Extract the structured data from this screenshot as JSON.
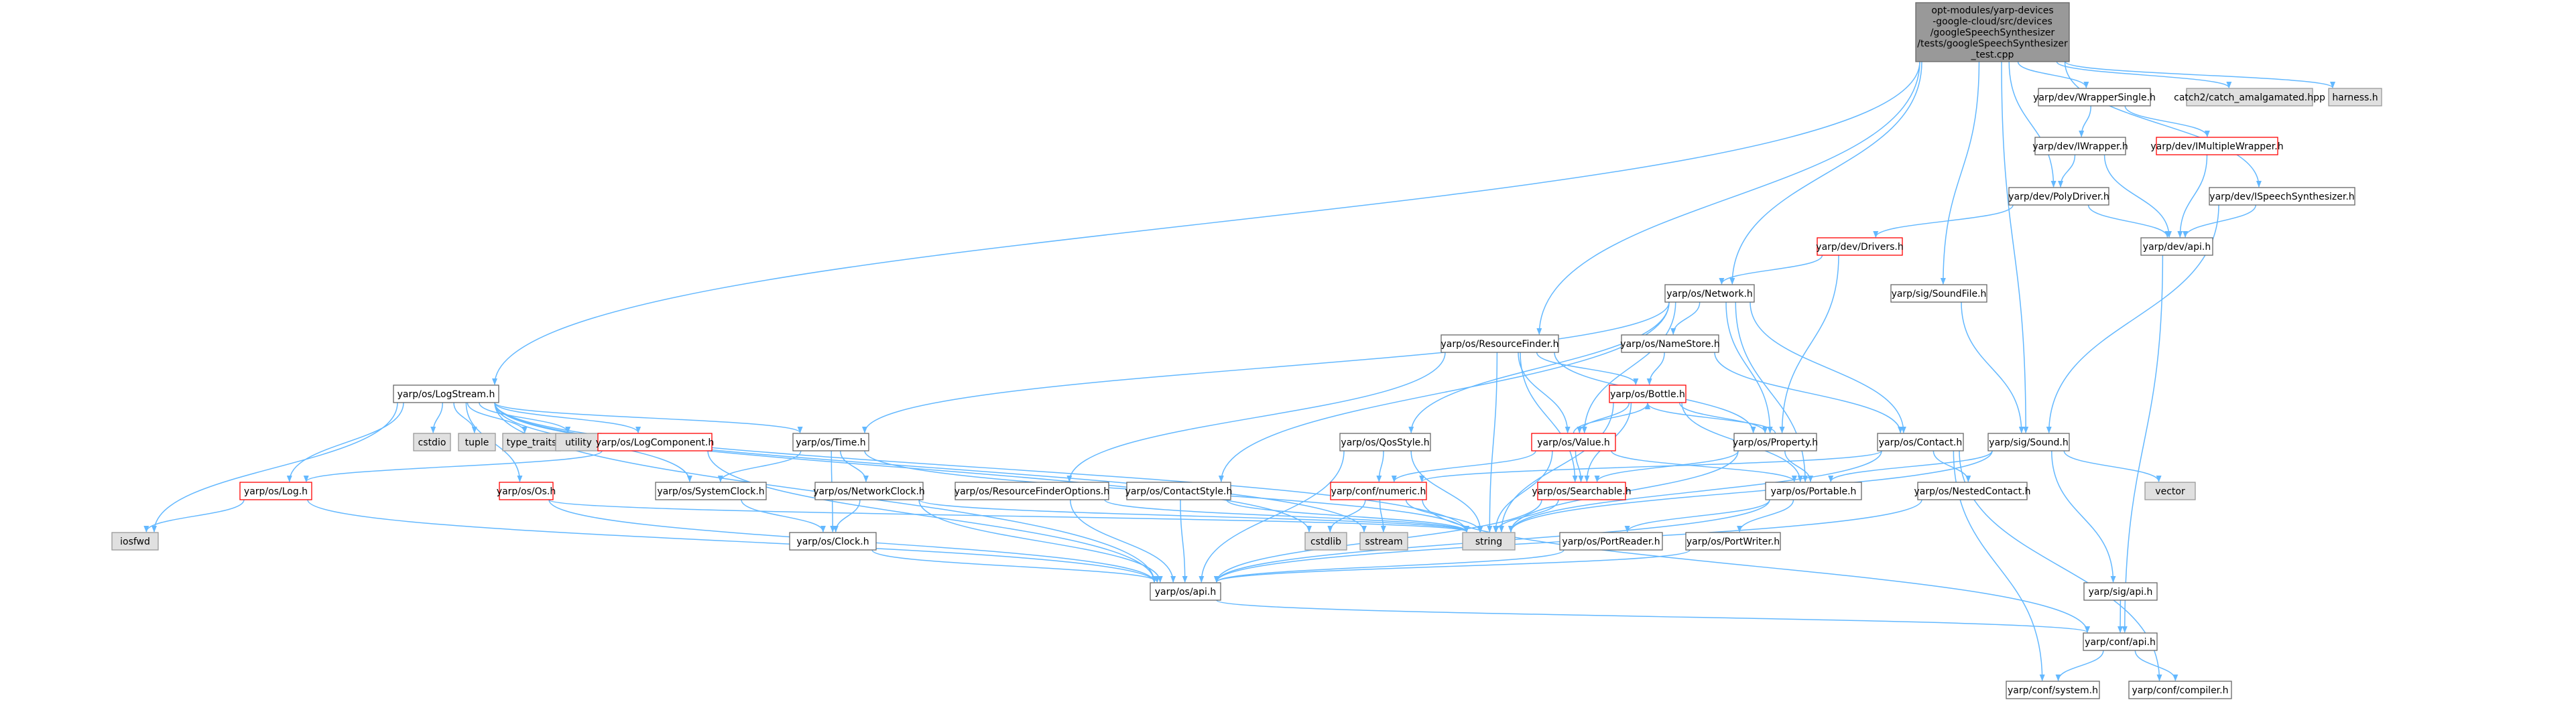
{
  "colors": {
    "edge": "#63b8ff",
    "root_fill": "#999999",
    "root_border": "#666666",
    "normal_border": "#666666",
    "normal_fill": "#ffffff",
    "missing_fill": "#e0e0e0",
    "missing_border": "#999999",
    "red_border": "#ff0000"
  },
  "nodes": [
    {
      "id": "root",
      "kind": "root",
      "lines": [
        "opt-modules/yarp-devices",
        "-google-cloud/src/devices",
        "/googleSpeechSynthesizer",
        "/tests/googleSpeechSynthesizer",
        "_test.cpp"
      ]
    },
    {
      "id": "wrappersingle",
      "kind": "normal",
      "lines": [
        "yarp/dev/WrapperSingle.h"
      ]
    },
    {
      "id": "catch2",
      "kind": "missing",
      "lines": [
        "catch2/catch_amalgamated.hpp"
      ]
    },
    {
      "id": "harness",
      "kind": "missing",
      "lines": [
        "harness.h"
      ]
    },
    {
      "id": "iwrapper",
      "kind": "normal",
      "lines": [
        "yarp/dev/IWrapper.h"
      ]
    },
    {
      "id": "imultiple",
      "kind": "red",
      "lines": [
        "yarp/dev/IMultipleWrapper.h"
      ]
    },
    {
      "id": "polydriver",
      "kind": "normal",
      "lines": [
        "yarp/dev/PolyDriver.h"
      ]
    },
    {
      "id": "ispeech",
      "kind": "normal",
      "lines": [
        "yarp/dev/ISpeechSynthesizer.h"
      ]
    },
    {
      "id": "drivers",
      "kind": "red",
      "lines": [
        "yarp/dev/Drivers.h"
      ]
    },
    {
      "id": "devapi",
      "kind": "normal",
      "lines": [
        "yarp/dev/api.h"
      ]
    },
    {
      "id": "network",
      "kind": "normal",
      "lines": [
        "yarp/os/Network.h"
      ]
    },
    {
      "id": "soundfile",
      "kind": "normal",
      "lines": [
        "yarp/sig/SoundFile.h"
      ]
    },
    {
      "id": "resourcefinder",
      "kind": "normal",
      "lines": [
        "yarp/os/ResourceFinder.h"
      ]
    },
    {
      "id": "namestore",
      "kind": "normal",
      "lines": [
        "yarp/os/NameStore.h"
      ]
    },
    {
      "id": "bottle",
      "kind": "red",
      "lines": [
        "yarp/os/Bottle.h"
      ]
    },
    {
      "id": "logstream",
      "kind": "normal",
      "lines": [
        "yarp/os/LogStream.h"
      ]
    },
    {
      "id": "cstdio",
      "kind": "missing",
      "lines": [
        "cstdio"
      ]
    },
    {
      "id": "tuple",
      "kind": "missing",
      "lines": [
        "tuple"
      ]
    },
    {
      "id": "typetraits",
      "kind": "missing",
      "lines": [
        "type_traits"
      ]
    },
    {
      "id": "utility",
      "kind": "missing",
      "lines": [
        "utility"
      ]
    },
    {
      "id": "logcomponent",
      "kind": "red",
      "lines": [
        "yarp/os/LogComponent.h"
      ]
    },
    {
      "id": "time",
      "kind": "normal",
      "lines": [
        "yarp/os/Time.h"
      ]
    },
    {
      "id": "qosstyle",
      "kind": "normal",
      "lines": [
        "yarp/os/QosStyle.h"
      ]
    },
    {
      "id": "value",
      "kind": "red",
      "lines": [
        "yarp/os/Value.h"
      ]
    },
    {
      "id": "property",
      "kind": "normal",
      "lines": [
        "yarp/os/Property.h"
      ]
    },
    {
      "id": "contact",
      "kind": "normal",
      "lines": [
        "yarp/os/Contact.h"
      ]
    },
    {
      "id": "sound",
      "kind": "normal",
      "lines": [
        "yarp/sig/Sound.h"
      ]
    },
    {
      "id": "vector",
      "kind": "missing",
      "lines": [
        "vector"
      ]
    },
    {
      "id": "log",
      "kind": "red",
      "lines": [
        "yarp/os/Log.h"
      ]
    },
    {
      "id": "os",
      "kind": "red",
      "lines": [
        "yarp/os/Os.h"
      ]
    },
    {
      "id": "systemclock",
      "kind": "normal",
      "lines": [
        "yarp/os/SystemClock.h"
      ]
    },
    {
      "id": "networkclock",
      "kind": "normal",
      "lines": [
        "yarp/os/NetworkClock.h"
      ]
    },
    {
      "id": "rfoptions",
      "kind": "normal",
      "lines": [
        "yarp/os/ResourceFinderOptions.h"
      ]
    },
    {
      "id": "contactstyle",
      "kind": "normal",
      "lines": [
        "yarp/os/ContactStyle.h"
      ]
    },
    {
      "id": "numeric",
      "kind": "red",
      "lines": [
        "yarp/conf/numeric.h"
      ]
    },
    {
      "id": "searchable",
      "kind": "red",
      "lines": [
        "yarp/os/Searchable.h"
      ]
    },
    {
      "id": "portable",
      "kind": "normal",
      "lines": [
        "yarp/os/Portable.h"
      ]
    },
    {
      "id": "nestedcontact",
      "kind": "normal",
      "lines": [
        "yarp/os/NestedContact.h"
      ]
    },
    {
      "id": "iosfwd",
      "kind": "missing",
      "lines": [
        "iosfwd"
      ]
    },
    {
      "id": "clock",
      "kind": "normal",
      "lines": [
        "yarp/os/Clock.h"
      ]
    },
    {
      "id": "cstdlib",
      "kind": "missing",
      "lines": [
        "cstdlib"
      ]
    },
    {
      "id": "sstream",
      "kind": "missing",
      "lines": [
        "sstream"
      ]
    },
    {
      "id": "string",
      "kind": "missing",
      "lines": [
        "string"
      ]
    },
    {
      "id": "portreader",
      "kind": "normal",
      "lines": [
        "yarp/os/PortReader.h"
      ]
    },
    {
      "id": "portwriter",
      "kind": "normal",
      "lines": [
        "yarp/os/PortWriter.h"
      ]
    },
    {
      "id": "sigapi",
      "kind": "normal",
      "lines": [
        "yarp/sig/api.h"
      ]
    },
    {
      "id": "osapi",
      "kind": "normal",
      "lines": [
        "yarp/os/api.h"
      ]
    },
    {
      "id": "confapi",
      "kind": "normal",
      "lines": [
        "yarp/conf/api.h"
      ]
    },
    {
      "id": "confsystem",
      "kind": "normal",
      "lines": [
        "yarp/conf/system.h"
      ]
    },
    {
      "id": "confcompiler",
      "kind": "normal",
      "lines": [
        "yarp/conf/compiler.h"
      ]
    }
  ],
  "edges": [
    [
      "root",
      "wrappersingle"
    ],
    [
      "root",
      "catch2"
    ],
    [
      "root",
      "harness"
    ],
    [
      "root",
      "polydriver"
    ],
    [
      "root",
      "ispeech"
    ],
    [
      "root",
      "network"
    ],
    [
      "root",
      "soundfile"
    ],
    [
      "root",
      "sound"
    ],
    [
      "root",
      "resourcefinder"
    ],
    [
      "root",
      "logstream"
    ],
    [
      "wrappersingle",
      "iwrapper"
    ],
    [
      "wrappersingle",
      "imultiple"
    ],
    [
      "iwrapper",
      "polydriver"
    ],
    [
      "iwrapper",
      "devapi"
    ],
    [
      "imultiple",
      "devapi"
    ],
    [
      "polydriver",
      "drivers"
    ],
    [
      "polydriver",
      "devapi"
    ],
    [
      "ispeech",
      "devapi"
    ],
    [
      "ispeech",
      "sound"
    ],
    [
      "drivers",
      "network"
    ],
    [
      "drivers",
      "property"
    ],
    [
      "devapi",
      "confapi"
    ],
    [
      "network",
      "time"
    ],
    [
      "network",
      "contactstyle"
    ],
    [
      "network",
      "qosstyle"
    ],
    [
      "network",
      "value"
    ],
    [
      "network",
      "property"
    ],
    [
      "network",
      "contact"
    ],
    [
      "network",
      "namestore"
    ],
    [
      "network",
      "portable"
    ],
    [
      "soundfile",
      "sound"
    ],
    [
      "resourcefinder",
      "bottle"
    ],
    [
      "resourcefinder",
      "value"
    ],
    [
      "resourcefinder",
      "property"
    ],
    [
      "resourcefinder",
      "rfoptions"
    ],
    [
      "resourcefinder",
      "searchable"
    ],
    [
      "resourcefinder",
      "string"
    ],
    [
      "namestore",
      "bottle"
    ],
    [
      "namestore",
      "contact"
    ],
    [
      "bottle",
      "value"
    ],
    [
      "bottle",
      "property"
    ],
    [
      "bottle",
      "searchable"
    ],
    [
      "bottle",
      "portable"
    ],
    [
      "bottle",
      "string"
    ],
    [
      "value",
      "bottle"
    ],
    [
      "value",
      "searchable"
    ],
    [
      "value",
      "portable"
    ],
    [
      "value",
      "numeric"
    ],
    [
      "value",
      "string"
    ],
    [
      "property",
      "bottle"
    ],
    [
      "property",
      "searchable"
    ],
    [
      "property",
      "portable"
    ],
    [
      "property",
      "string"
    ],
    [
      "logstream",
      "cstdio"
    ],
    [
      "logstream",
      "tuple"
    ],
    [
      "logstream",
      "typetraits"
    ],
    [
      "logstream",
      "utility"
    ],
    [
      "logstream",
      "logcomponent"
    ],
    [
      "logstream",
      "log"
    ],
    [
      "logstream",
      "os"
    ],
    [
      "logstream",
      "time"
    ],
    [
      "logstream",
      "systemclock"
    ],
    [
      "logstream",
      "iosfwd"
    ],
    [
      "logstream",
      "osapi"
    ],
    [
      "logstream",
      "cstdlib"
    ],
    [
      "logstream",
      "sstream"
    ],
    [
      "logstream",
      "string"
    ],
    [
      "logcomponent",
      "log"
    ],
    [
      "logcomponent",
      "osapi"
    ],
    [
      "log",
      "osapi"
    ],
    [
      "log",
      "iosfwd"
    ],
    [
      "os",
      "osapi"
    ],
    [
      "os",
      "string"
    ],
    [
      "time",
      "systemclock"
    ],
    [
      "time",
      "networkclock"
    ],
    [
      "time",
      "clock"
    ],
    [
      "time",
      "string"
    ],
    [
      "systemclock",
      "clock"
    ],
    [
      "networkclock",
      "clock"
    ],
    [
      "networkclock",
      "osapi"
    ],
    [
      "networkclock",
      "string"
    ],
    [
      "clock",
      "osapi"
    ],
    [
      "rfoptions",
      "osapi"
    ],
    [
      "rfoptions",
      "string"
    ],
    [
      "contactstyle",
      "osapi"
    ],
    [
      "contactstyle",
      "string"
    ],
    [
      "qosstyle",
      "numeric"
    ],
    [
      "qosstyle",
      "osapi"
    ],
    [
      "qosstyle",
      "string"
    ],
    [
      "numeric",
      "confapi"
    ],
    [
      "numeric",
      "cstdlib"
    ],
    [
      "numeric",
      "sstream"
    ],
    [
      "numeric",
      "string"
    ],
    [
      "searchable",
      "osapi"
    ],
    [
      "searchable",
      "string"
    ],
    [
      "contact",
      "nestedcontact"
    ],
    [
      "contact",
      "string"
    ],
    [
      "contact",
      "confsystem"
    ],
    [
      "contact",
      "confcompiler"
    ],
    [
      "contact",
      "numeric"
    ],
    [
      "nestedcontact",
      "osapi"
    ],
    [
      "portable",
      "portreader"
    ],
    [
      "portable",
      "portwriter"
    ],
    [
      "portable",
      "osapi"
    ],
    [
      "portreader",
      "osapi"
    ],
    [
      "portwriter",
      "osapi"
    ],
    [
      "sound",
      "vector"
    ],
    [
      "sound",
      "portable"
    ],
    [
      "sound",
      "sigapi"
    ],
    [
      "sound",
      "string"
    ],
    [
      "sigapi",
      "confapi"
    ],
    [
      "osapi",
      "confapi"
    ],
    [
      "confapi",
      "confsystem"
    ],
    [
      "confapi",
      "confcompiler"
    ]
  ]
}
